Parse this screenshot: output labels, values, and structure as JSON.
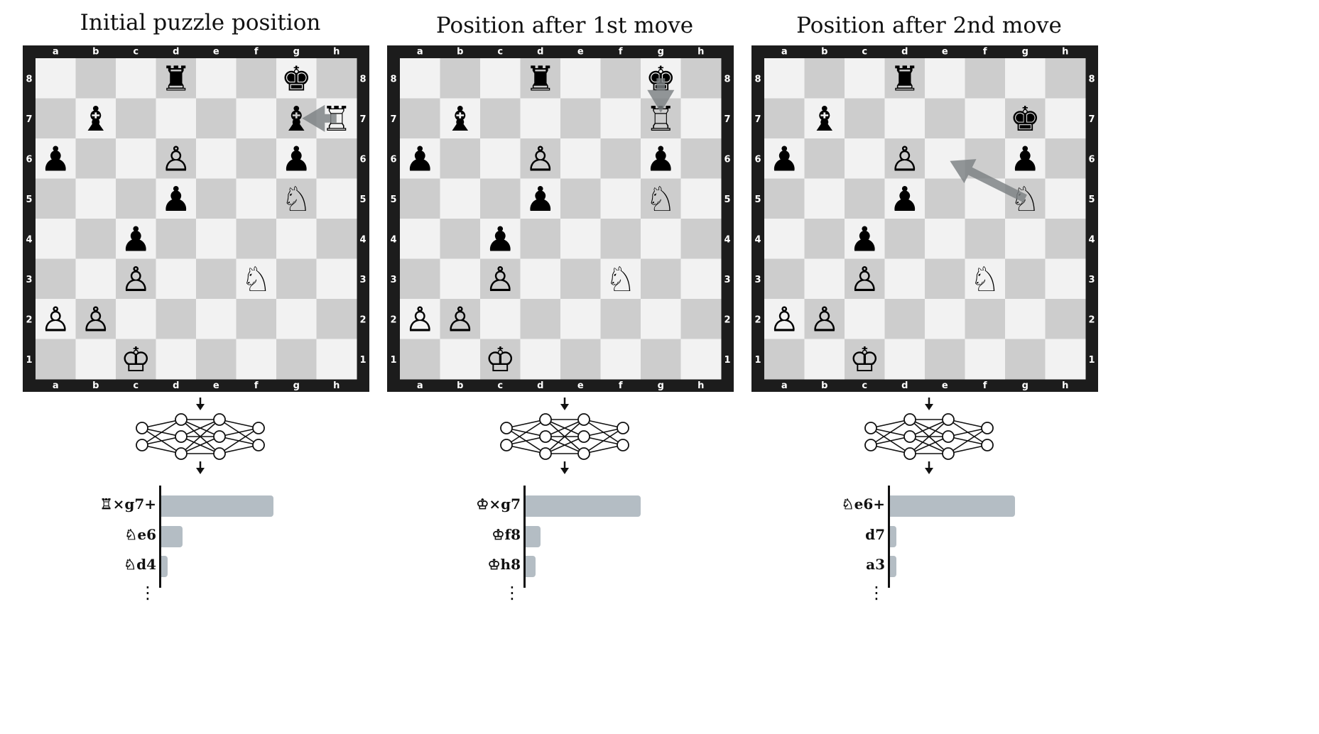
{
  "panels": [
    {
      "title": "Initial puzzle position",
      "pieces": [
        {
          "sq": "d8",
          "glyph": "♜",
          "color": "black"
        },
        {
          "sq": "g8",
          "glyph": "♚",
          "color": "black"
        },
        {
          "sq": "b7",
          "glyph": "♝",
          "color": "black"
        },
        {
          "sq": "g7",
          "glyph": "♝",
          "color": "black"
        },
        {
          "sq": "h7",
          "glyph": "♖",
          "color": "white"
        },
        {
          "sq": "a6",
          "glyph": "♟",
          "color": "black"
        },
        {
          "sq": "d6",
          "glyph": "♙",
          "color": "white"
        },
        {
          "sq": "g6",
          "glyph": "♟",
          "color": "black"
        },
        {
          "sq": "d5",
          "glyph": "♟",
          "color": "black"
        },
        {
          "sq": "g5",
          "glyph": "♘",
          "color": "white"
        },
        {
          "sq": "c4",
          "glyph": "♟",
          "color": "black"
        },
        {
          "sq": "c3",
          "glyph": "♙",
          "color": "white"
        },
        {
          "sq": "f3",
          "glyph": "♘",
          "color": "white"
        },
        {
          "sq": "a2",
          "glyph": "♙",
          "color": "white"
        },
        {
          "sq": "b2",
          "glyph": "♙",
          "color": "white"
        },
        {
          "sq": "c1",
          "glyph": "♔",
          "color": "white"
        }
      ],
      "arrow": {
        "from": "h7",
        "to": "g7"
      },
      "predictions": [
        {
          "move": "♖×g7+",
          "prob": 0.9
        },
        {
          "move": "♘e6",
          "prob": 0.17
        },
        {
          "move": "♘d4",
          "prob": 0.05
        }
      ],
      "more": "⋮"
    },
    {
      "title": "Position after 1st move",
      "pieces": [
        {
          "sq": "d8",
          "glyph": "♜",
          "color": "black"
        },
        {
          "sq": "g8",
          "glyph": "♚",
          "color": "black"
        },
        {
          "sq": "b7",
          "glyph": "♝",
          "color": "black"
        },
        {
          "sq": "g7",
          "glyph": "♖",
          "color": "white"
        },
        {
          "sq": "a6",
          "glyph": "♟",
          "color": "black"
        },
        {
          "sq": "d6",
          "glyph": "♙",
          "color": "white"
        },
        {
          "sq": "g6",
          "glyph": "♟",
          "color": "black"
        },
        {
          "sq": "d5",
          "glyph": "♟",
          "color": "black"
        },
        {
          "sq": "g5",
          "glyph": "♘",
          "color": "white"
        },
        {
          "sq": "c4",
          "glyph": "♟",
          "color": "black"
        },
        {
          "sq": "c3",
          "glyph": "♙",
          "color": "white"
        },
        {
          "sq": "f3",
          "glyph": "♘",
          "color": "white"
        },
        {
          "sq": "a2",
          "glyph": "♙",
          "color": "white"
        },
        {
          "sq": "b2",
          "glyph": "♙",
          "color": "white"
        },
        {
          "sq": "c1",
          "glyph": "♔",
          "color": "white"
        }
      ],
      "arrow": {
        "from": "g8",
        "to": "g7"
      },
      "predictions": [
        {
          "move": "♔×g7",
          "prob": 0.92
        },
        {
          "move": "♔f8",
          "prob": 0.12
        },
        {
          "move": "♔h8",
          "prob": 0.08
        }
      ],
      "more": "⋮"
    },
    {
      "title": "Position after 2nd move",
      "pieces": [
        {
          "sq": "d8",
          "glyph": "♜",
          "color": "black"
        },
        {
          "sq": "b7",
          "glyph": "♝",
          "color": "black"
        },
        {
          "sq": "g7",
          "glyph": "♚",
          "color": "black"
        },
        {
          "sq": "a6",
          "glyph": "♟",
          "color": "black"
        },
        {
          "sq": "d6",
          "glyph": "♙",
          "color": "white"
        },
        {
          "sq": "g6",
          "glyph": "♟",
          "color": "black"
        },
        {
          "sq": "d5",
          "glyph": "♟",
          "color": "black"
        },
        {
          "sq": "g5",
          "glyph": "♘",
          "color": "white"
        },
        {
          "sq": "c4",
          "glyph": "♟",
          "color": "black"
        },
        {
          "sq": "c3",
          "glyph": "♙",
          "color": "white"
        },
        {
          "sq": "f3",
          "glyph": "♘",
          "color": "white"
        },
        {
          "sq": "a2",
          "glyph": "♙",
          "color": "white"
        },
        {
          "sq": "b2",
          "glyph": "♙",
          "color": "white"
        },
        {
          "sq": "c1",
          "glyph": "♔",
          "color": "white"
        }
      ],
      "arrow": {
        "from": "g5",
        "to": "e6"
      },
      "predictions": [
        {
          "move": "♘e6+",
          "prob": 1.0
        },
        {
          "move": "d7",
          "prob": 0.05
        },
        {
          "move": "a3",
          "prob": 0.05
        }
      ],
      "more": "⋮"
    }
  ],
  "files": [
    "a",
    "b",
    "c",
    "d",
    "e",
    "f",
    "g",
    "h"
  ],
  "ranks": [
    "8",
    "7",
    "6",
    "5",
    "4",
    "3",
    "2",
    "1"
  ],
  "colors": {
    "light_square": "#f2f2f2",
    "dark_square": "#cdcdcd",
    "frame": "#1c1c1c",
    "arrow": "#7b8083",
    "bar": "#b4bdc4"
  }
}
